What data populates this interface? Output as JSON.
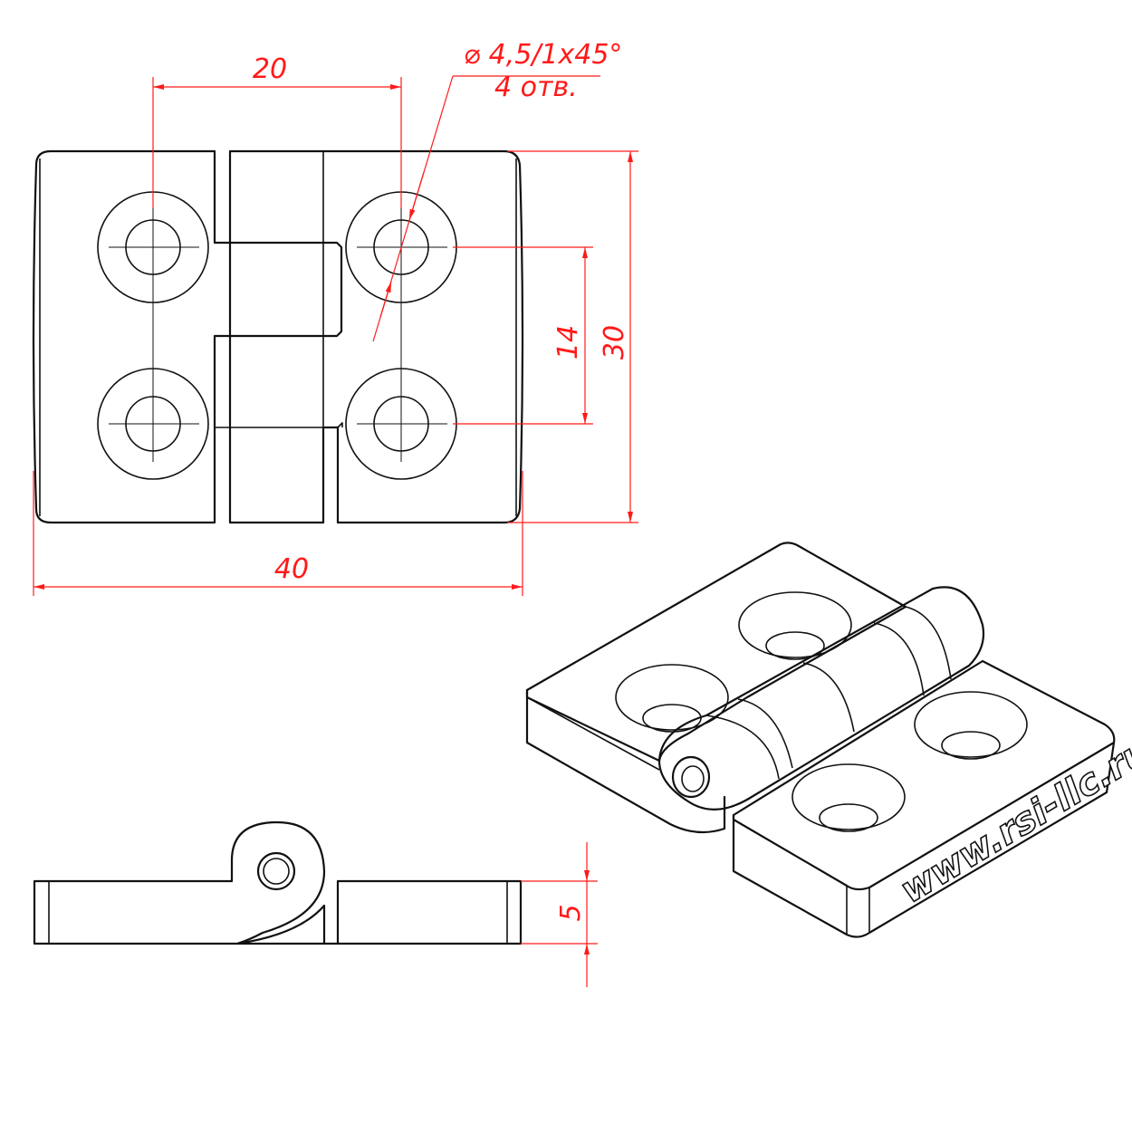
{
  "dimensions": {
    "width_top": "20",
    "hole_spec": "⌀ 4,5/1x45°",
    "hole_count": "4 отв.",
    "vertical_holes": "14",
    "height": "30",
    "width_total": "40",
    "thickness": "5"
  },
  "colors": {
    "dimension": "#ff1a1a",
    "outline": "#111111",
    "background": "#ffffff"
  },
  "stamp_text": "www.rsi-llc.ru"
}
